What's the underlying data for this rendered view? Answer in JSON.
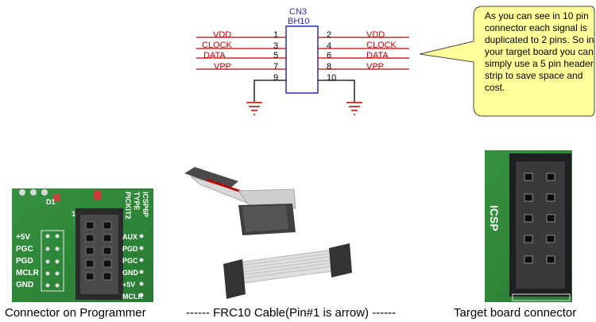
{
  "schematic": {
    "ref": "CN3",
    "part": "BH10",
    "left_pins": [
      {
        "signal": "VDD",
        "pin": "1"
      },
      {
        "signal": "CLOCK",
        "pin": "3"
      },
      {
        "signal": "DATA",
        "pin": "5"
      },
      {
        "signal": "VPP",
        "pin": "7"
      },
      {
        "signal": "",
        "pin": "9"
      }
    ],
    "right_pins": [
      {
        "signal": "VDD",
        "pin": "2"
      },
      {
        "signal": "CLOCK",
        "pin": "4"
      },
      {
        "signal": "DATA",
        "pin": "6"
      },
      {
        "signal": "VPP",
        "pin": "8"
      },
      {
        "signal": "",
        "pin": "10"
      }
    ]
  },
  "callout": {
    "text": "As you can see in 10 pin connector each signal is duplicated to 2 pins. So in your target board you can simply use a 5 pin header strip to save space and cost."
  },
  "programmer_photo": {
    "silkscreen_vertical": [
      "PICKIT2",
      "TYPE",
      "ICSP6P"
    ],
    "left_labels": [
      "+5V",
      "PGC",
      "PGD",
      "MCLR",
      "GND"
    ],
    "right_labels": [
      "AUX",
      "PGD",
      "PGC",
      "GND",
      "+5V",
      "MCLR"
    ],
    "small_labels": [
      "D1",
      "1"
    ]
  },
  "target_photo": {
    "silkscreen": "ICSP"
  },
  "captions": {
    "programmer": "Connector on Programmer",
    "cable": "------ FRC10 Cable(Pin#1 is arrow) ------",
    "target": "Target board connector"
  },
  "colors": {
    "wire": "#c00000",
    "box": "#2a2aa8",
    "callout_fill": "#ffff99",
    "pcb_green": "#2f8a3a"
  }
}
